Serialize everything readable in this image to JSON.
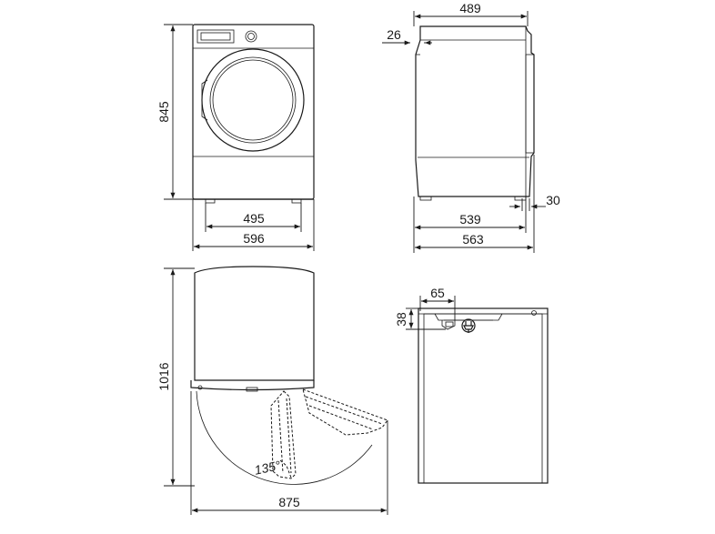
{
  "dimensions": {
    "front_height": "845",
    "front_feet_width": "495",
    "front_width": "596",
    "side_top_depth": "489",
    "side_top_offset": "26",
    "side_foot_offset": "30",
    "side_body_depth": "539",
    "side_total_depth": "563",
    "door_height": "1016",
    "door_angle": "135°",
    "door_total_depth": "875",
    "rear_connection_offset": "65",
    "rear_connection_height": "38"
  }
}
